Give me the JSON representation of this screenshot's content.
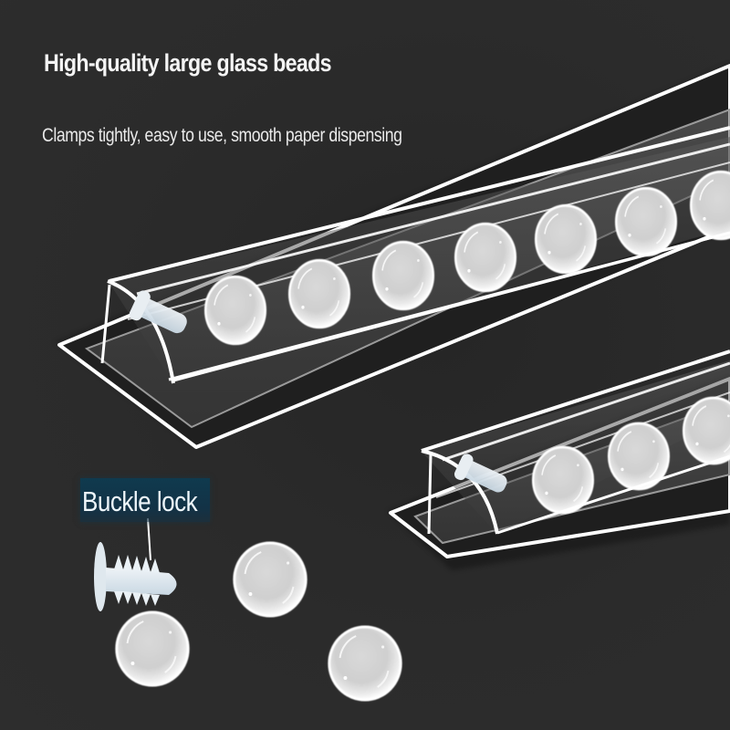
{
  "headline": "High-quality large glass beads",
  "subline": "Clamps tightly, easy to use, smooth paper dispensing",
  "callout": {
    "label": "Buckle lock",
    "background_color": "#133246"
  },
  "colors": {
    "background": "#2b2b2b",
    "text": "#f4f4f4",
    "acrylic_edge": "#ffffff",
    "bead": "#e6e6e6"
  },
  "products": [
    {
      "name": "large-rail",
      "bead_count_visible": 7
    },
    {
      "name": "small-rail",
      "bead_count_visible": 3
    }
  ],
  "loose_parts": {
    "buckle_lock_count": 1,
    "loose_bead_count": 3
  }
}
